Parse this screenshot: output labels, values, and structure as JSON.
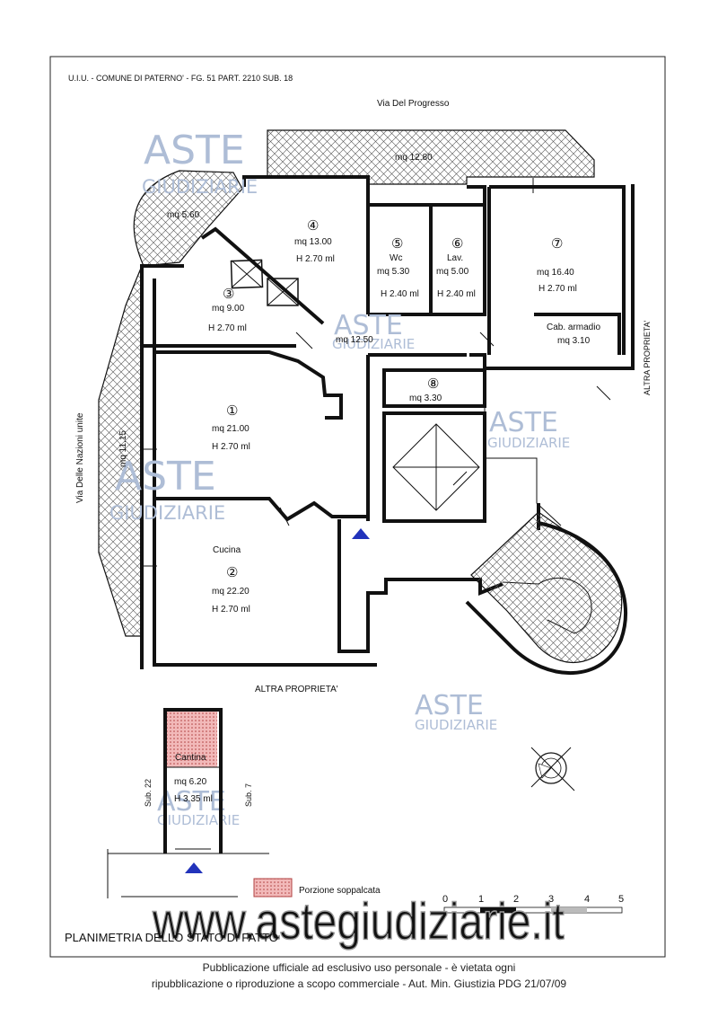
{
  "header": {
    "title": "U.I.U. - COMUNE DI PATERNO' -  FG. 51 PART. 2210 SUB. 18"
  },
  "streets": {
    "top": "Via Del Progresso",
    "left": "Via Delle Nazioni unite",
    "right": "ALTRA PROPRIETA'",
    "bottom": "ALTRA PROPRIETA'"
  },
  "rooms": {
    "balcony_top": "mq 12.80",
    "balcony_round": "mq 5.60",
    "balcony_left": "mq 11.15",
    "r4": {
      "num": "④",
      "area": "mq 13.00",
      "h": "H 2.70 ml"
    },
    "r3": {
      "num": "③",
      "area": "mq 9.00",
      "h": "H 2.70 ml"
    },
    "r5": {
      "num": "⑤",
      "name": "Wc",
      "area": "mq 5.30",
      "h": "H 2.40 ml"
    },
    "r6": {
      "num": "⑥",
      "name": "Lav.",
      "area": "mq 5.00",
      "h": "H 2.40 ml"
    },
    "r7": {
      "num": "⑦",
      "area": "mq 16.40",
      "h": "H 2.70 ml"
    },
    "cab": {
      "name": "Cab. armadio",
      "area": "mq 3.10"
    },
    "corr": {
      "area": "mq 12.50"
    },
    "r8": {
      "num": "⑧",
      "area": "mq 3.30"
    },
    "r1": {
      "num": "①",
      "area": "mq 21.00",
      "h": "H 2.70 ml"
    },
    "r2": {
      "name": "Cucina",
      "num": "②",
      "area": "mq 22.20",
      "h": "H 2.70 ml"
    }
  },
  "cellar": {
    "name": "Cantina",
    "area": "mq 6.20",
    "h": "H 3.35 ml",
    "left": "Sub. 22",
    "right": "Sub. 7"
  },
  "legend": {
    "label": "Porzione soppalcata",
    "color": "#e98a8a"
  },
  "scale": {
    "ticks": [
      "0",
      "1",
      "2",
      "3",
      "4",
      "5"
    ]
  },
  "plan_title": "PLANIMETRIA DELLO STATO DI FATTO",
  "watermark": {
    "main": "ASTE",
    "sub": "GIUDIZIARIE",
    "url": "www.astegiudiziarie.it"
  },
  "footer": {
    "line1": "Pubblicazione ufficiale ad esclusivo uso personale - è vietata ogni",
    "line2": "ripubblicazione o riproduzione a scopo commerciale - Aut. Min. Giustizia PDG 21/07/09"
  },
  "colors": {
    "watermark": "#aebdd6",
    "entrance_marker": "#2233bb"
  }
}
